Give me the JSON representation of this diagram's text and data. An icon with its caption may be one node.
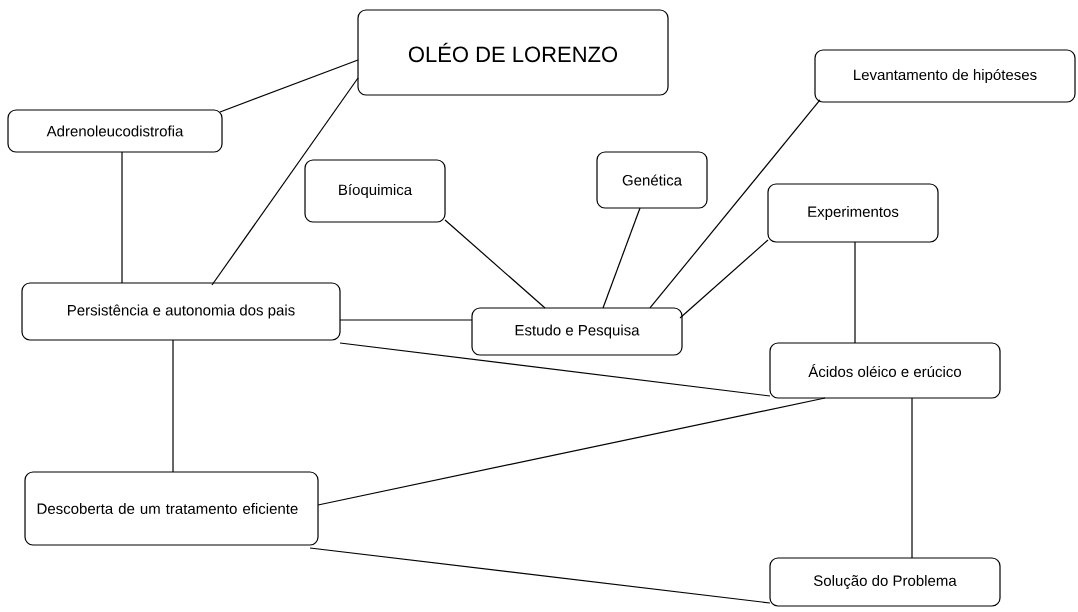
{
  "diagram": {
    "nodes": [
      {
        "text": [
          "OLÉO DE LORENZO"
        ]
      },
      {
        "text": [
          "Adrenoleucodistrofia"
        ]
      },
      {
        "text": [
          "Bíoquimica"
        ]
      },
      {
        "text": [
          "Genética"
        ]
      },
      {
        "text": [
          "Levantamento de hipóteses"
        ]
      },
      {
        "text": [
          "Experimentos"
        ]
      },
      {
        "text": [
          "Persistência e autonomia dos pais"
        ]
      },
      {
        "text": [
          "Estudo e Pesquisa"
        ]
      },
      {
        "text": [
          "Ácidos oléico e erúcico"
        ]
      },
      {
        "text": [
          "Descoberta de um tratamento eficiente"
        ]
      },
      {
        "text": [
          "Solução do Problema"
        ]
      }
    ],
    "edges": [
      {
        "from": 0,
        "to": 1,
        "arrow": "none"
      },
      {
        "from": 0,
        "to": 6,
        "arrow": "none"
      },
      {
        "from": 1,
        "to": 6,
        "arrow": "none"
      },
      {
        "from": 2,
        "to": 7,
        "arrow": "none"
      },
      {
        "from": 3,
        "to": 7,
        "arrow": "none"
      },
      {
        "from": 4,
        "to": 7,
        "arrow": "none"
      },
      {
        "from": 5,
        "to": 7,
        "arrow": "none"
      },
      {
        "from": 6,
        "to": 7,
        "arrow": "none"
      },
      {
        "from": 5,
        "to": 8,
        "arrow": "none"
      },
      {
        "from": 6,
        "to": 8,
        "arrow": "none"
      },
      {
        "from": 6,
        "to": 9,
        "arrow": "none"
      },
      {
        "from": 9,
        "to": 8,
        "arrow": "none"
      },
      {
        "from": 8,
        "to": 10,
        "arrow": "none"
      },
      {
        "from": 9,
        "to": 10,
        "arrow": "none"
      }
    ]
  }
}
